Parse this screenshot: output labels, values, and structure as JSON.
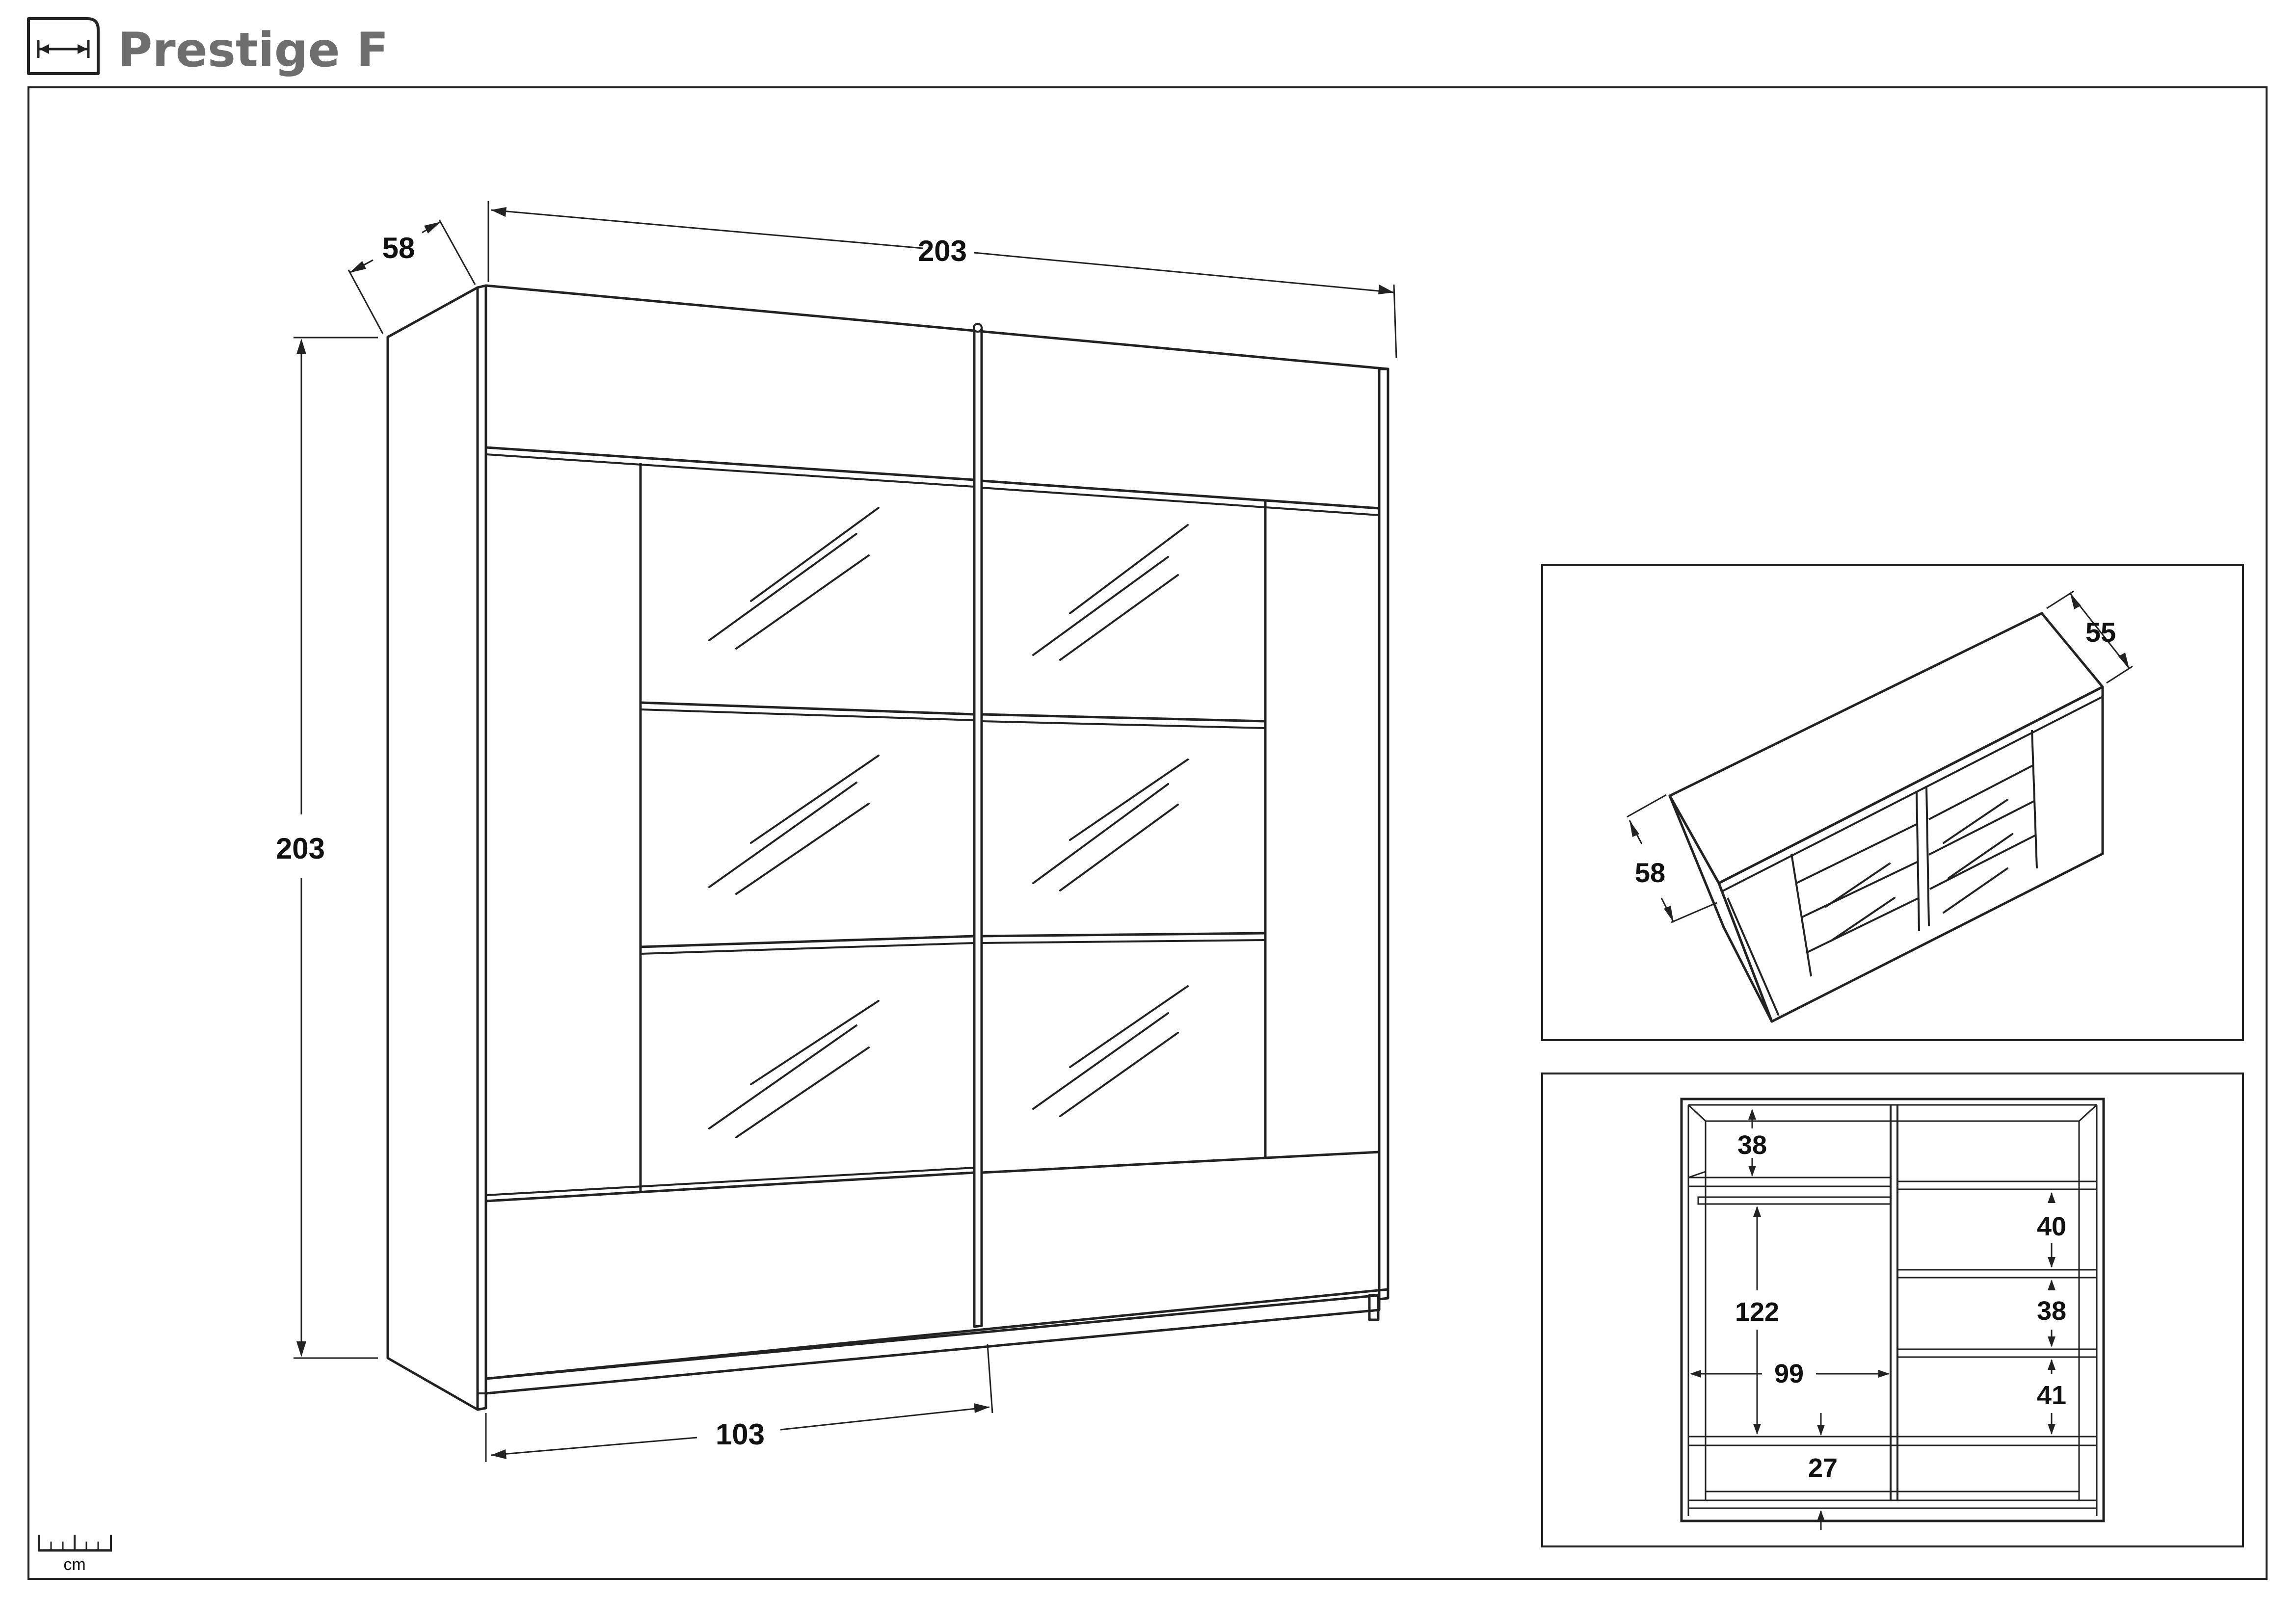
{
  "header": {
    "product_name": "Prestige F",
    "width_icon": "width-arrow-icon"
  },
  "scale": {
    "unit_label": "cm",
    "icon": "ruler-icon"
  },
  "main_view": {
    "depth": "58",
    "width": "203",
    "height": "203",
    "door_width": "103"
  },
  "iso_view": {
    "depth": "55",
    "height": "58"
  },
  "interior_view": {
    "top_left_shelf": "38",
    "hanging_height": "122",
    "inner_width": "99",
    "bottom_height": "27",
    "right_shelf_1": "40",
    "right_shelf_2": "38",
    "right_shelf_3": "41"
  }
}
